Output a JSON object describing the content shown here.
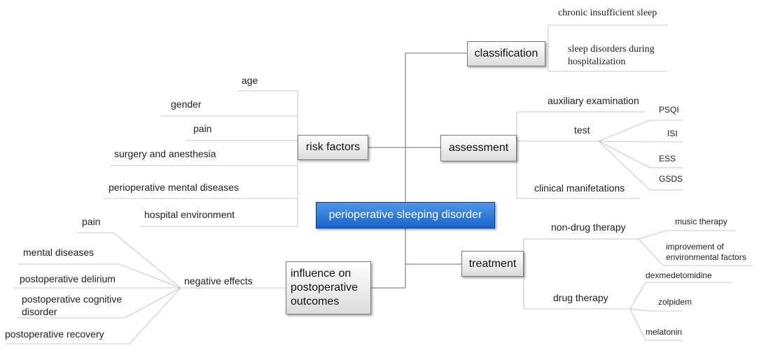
{
  "center": "perioperative sleeping disorder",
  "classification": {
    "label": "classification",
    "items": [
      "chronic insufficient sleep",
      "sleep disorders during hospitalization"
    ]
  },
  "assessment": {
    "label": "assessment",
    "auxiliary": "auxiliary examination",
    "test": "test",
    "test_items": [
      "PSQI",
      "ISI",
      "ESS",
      "GSDS"
    ],
    "clinical": "clinical manifetations"
  },
  "treatment": {
    "label": "treatment",
    "non_drug": "non-drug therapy",
    "non_drug_items": [
      "music therapy",
      "improvement of environmental factors"
    ],
    "drug": "drug therapy",
    "drug_items": [
      "dexmedetomidine",
      "zolpidem",
      "melatonin"
    ]
  },
  "risk": {
    "label": "risk factors",
    "items": [
      "age",
      "gender",
      "pain",
      "surgery and anesthesia",
      "perioperative mental diseases",
      "hospital environment"
    ]
  },
  "influence": {
    "label": "influence on postoperative outcomes",
    "negative": "negative effects",
    "items": [
      "pain",
      "mental diseases",
      "postoperative delirium",
      "postoperative cognitive disorder",
      "postoperative recovery"
    ]
  },
  "colors": {
    "center_fill": "#2a75d8",
    "line": "#8c8c8c"
  }
}
